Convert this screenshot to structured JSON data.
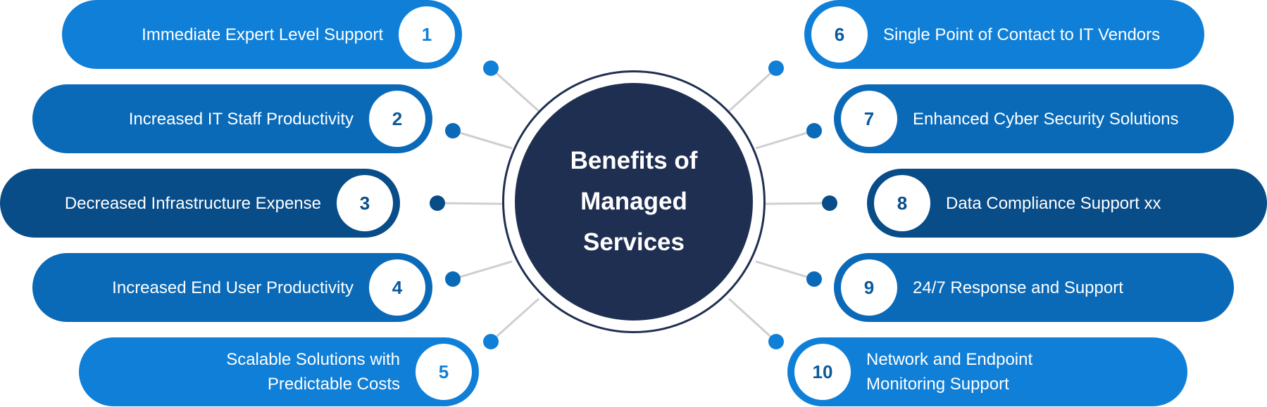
{
  "center": {
    "title_lines": [
      "Benefits of",
      "Managed",
      "Services"
    ],
    "color": "#1f2f52"
  },
  "colors": {
    "light": "#0f7fd8",
    "mid": "#0a6ab8",
    "dark": "#084c88",
    "connector_line": "#cfcfcf"
  },
  "benefits": [
    {
      "number": "1",
      "lines": [
        "Immediate Expert Level Support"
      ]
    },
    {
      "number": "2",
      "lines": [
        "Increased IT Staff Productivity"
      ]
    },
    {
      "number": "3",
      "lines": [
        "Decreased Infrastructure Expense"
      ]
    },
    {
      "number": "4",
      "lines": [
        "Increased End User Productivity"
      ]
    },
    {
      "number": "5",
      "lines": [
        "Scalable Solutions with",
        "Predictable Costs"
      ]
    },
    {
      "number": "6",
      "lines": [
        "Single Point of Contact to IT Vendors"
      ]
    },
    {
      "number": "7",
      "lines": [
        "Enhanced Cyber Security Solutions"
      ]
    },
    {
      "number": "8",
      "lines": [
        "Data Compliance Support xx"
      ]
    },
    {
      "number": "9",
      "lines": [
        "24/7 Response and Support"
      ]
    },
    {
      "number": "10",
      "lines": [
        "Network and Endpoint",
        "Monitoring Support"
      ]
    }
  ]
}
